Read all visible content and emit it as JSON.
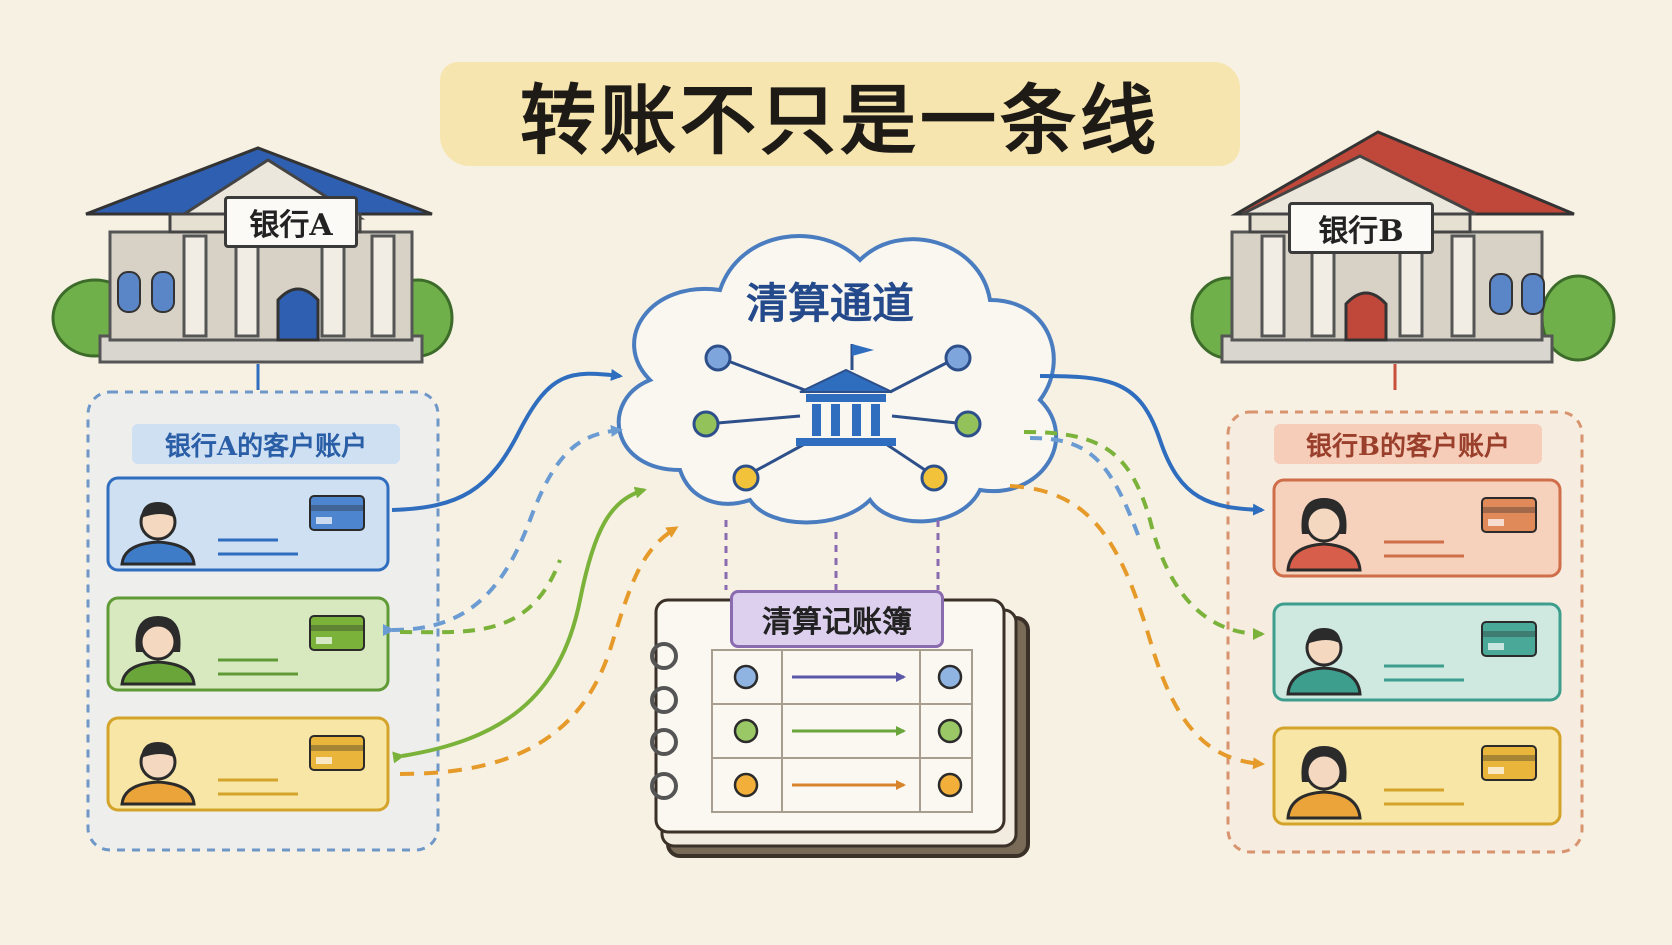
{
  "title": "转账不只是一条线",
  "bank_a": {
    "name": "银行A",
    "accounts_label": "银行A的客户账户"
  },
  "bank_b": {
    "name": "银行B",
    "accounts_label": "银行B的客户账户"
  },
  "clearing_channel": {
    "label": "清算通道"
  },
  "clearing_ledger": {
    "label": "清算记账簿"
  },
  "colors": {
    "background": "#f7f1e3",
    "blue": "#2f6dbf",
    "green": "#7bb23a",
    "orange": "#e69a2a",
    "red": "#c8503c",
    "teal": "#3e9e8e",
    "purple": "#8a6bb0",
    "ink": "#2b2b2b"
  },
  "bank_a_accounts": [
    {
      "color": "blue",
      "person": "man"
    },
    {
      "color": "green",
      "person": "woman"
    },
    {
      "color": "yellow",
      "person": "man"
    }
  ],
  "bank_b_accounts": [
    {
      "color": "orange",
      "person": "woman"
    },
    {
      "color": "teal",
      "person": "man"
    },
    {
      "color": "yellow",
      "person": "woman"
    }
  ],
  "ledger_rows": [
    {
      "color": "blue"
    },
    {
      "color": "green"
    },
    {
      "color": "orange"
    }
  ],
  "icons": [
    "bank-building-icon",
    "cloud-icon",
    "institution-icon",
    "card-icon",
    "person-icon",
    "notebook-icon",
    "tree-icon"
  ]
}
